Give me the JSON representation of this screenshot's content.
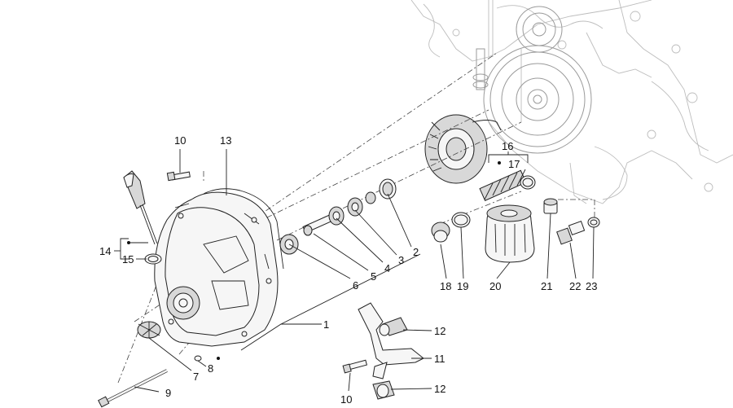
{
  "diagram": {
    "callouts": {
      "c1": "1",
      "c2": "2",
      "c3": "3",
      "c4": "4",
      "c5": "5",
      "c6": "6",
      "c7": "7",
      "c8": "8",
      "c9": "9",
      "c10a": "10",
      "c10b": "10",
      "c11": "11",
      "c12a": "12",
      "c12b": "12",
      "c13": "13",
      "c14": "14",
      "c15": "15",
      "c16": "16",
      "c17": "17",
      "c18": "18",
      "c19": "19",
      "c20": "20",
      "c21": "21",
      "c22": "22",
      "c23": "23"
    }
  }
}
